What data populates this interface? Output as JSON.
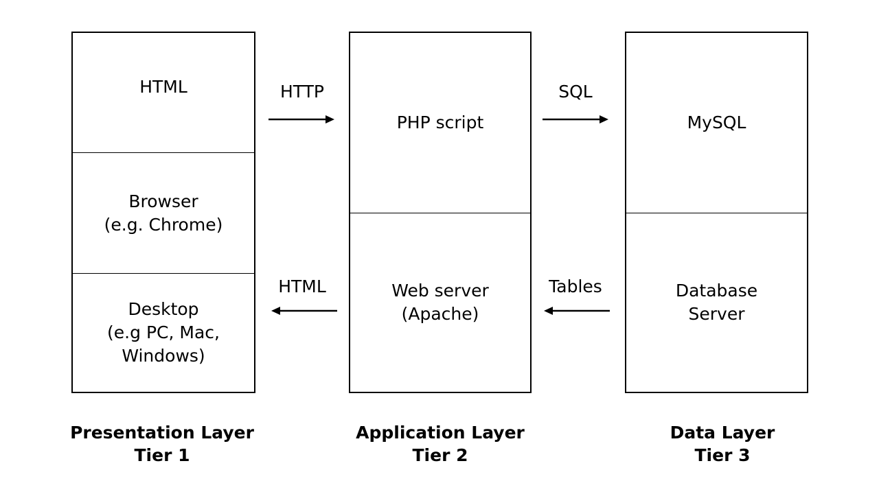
{
  "tiers": {
    "presentation": {
      "cells": [
        "HTML",
        "Browser\n(e.g. Chrome)",
        "Desktop\n(e.g PC, Mac,\nWindows)"
      ],
      "layer": "Presentation Layer",
      "tier": "Tier 1"
    },
    "application": {
      "cells": [
        "PHP script",
        "Web server\n(Apache)"
      ],
      "layer": "Application Layer",
      "tier": "Tier 2"
    },
    "data": {
      "cells": [
        "MySQL",
        "Database\nServer"
      ],
      "layer": "Data Layer",
      "tier": "Tier 3"
    }
  },
  "arrows": {
    "http": "HTTP",
    "sql": "SQL",
    "html_response": "HTML",
    "tables": "Tables"
  }
}
